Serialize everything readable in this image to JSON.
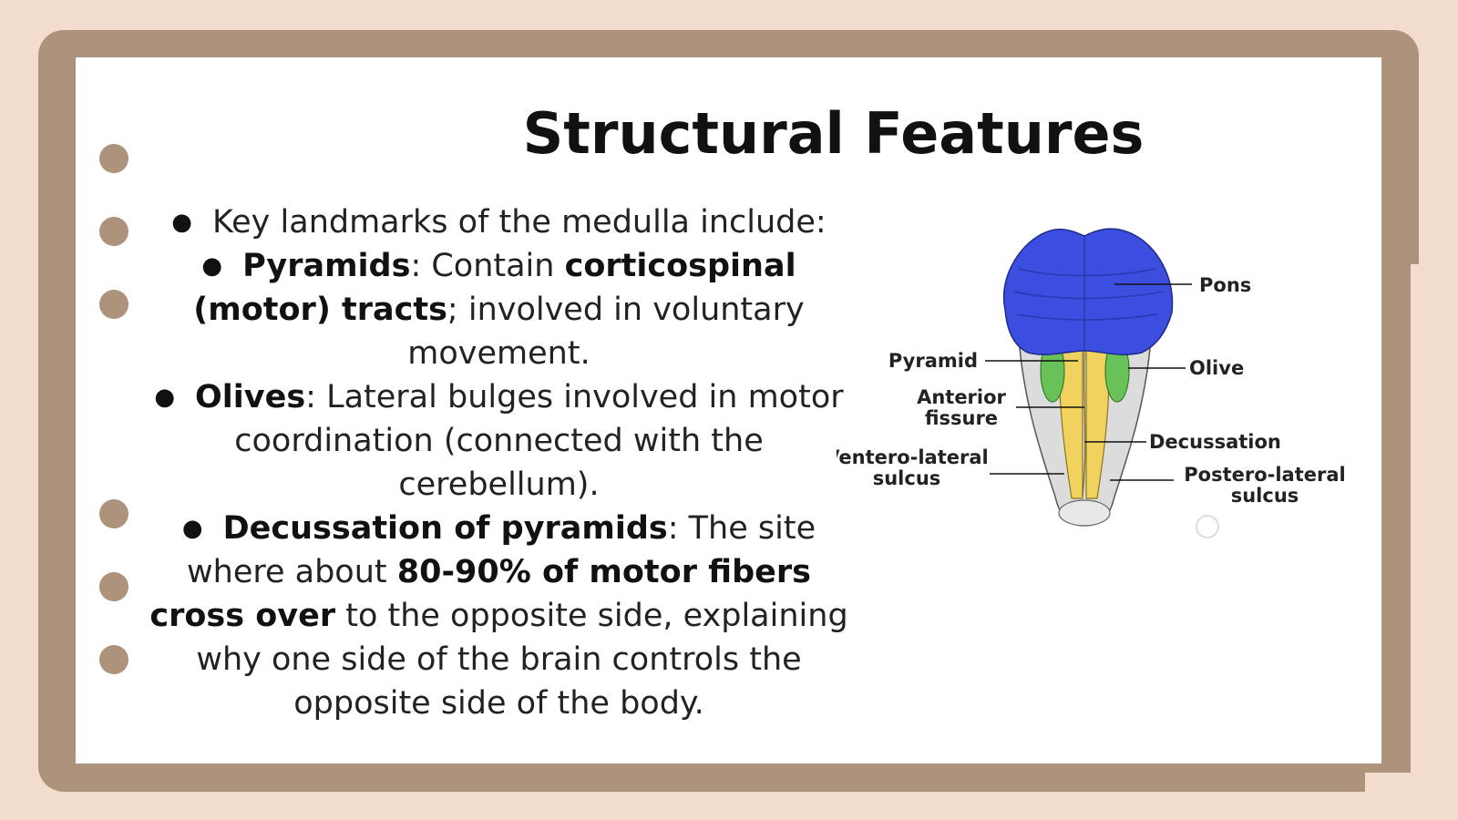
{
  "slide": {
    "title": "Structural Features",
    "bullets": [
      {
        "parts": [
          {
            "t": "Key landmarks of the medulla include:",
            "b": false
          }
        ]
      },
      {
        "parts": [
          {
            "t": "Pyramids",
            "b": true
          },
          {
            "t": ": Contain ",
            "b": false
          },
          {
            "t": "corticospinal (motor) tracts",
            "b": true
          },
          {
            "t": "; involved in voluntary movement.",
            "b": false
          }
        ]
      },
      {
        "parts": [
          {
            "t": "Olives",
            "b": true
          },
          {
            "t": ": Lateral bulges involved in motor coordination (connected with the cerebellum).",
            "b": false
          }
        ]
      },
      {
        "parts": [
          {
            "t": "Decussation of pyramids",
            "b": true
          },
          {
            "t": ": The site where about ",
            "b": false
          },
          {
            "t": "80-90% of motor fibers cross over",
            "b": true
          },
          {
            "t": " to the opposite side, explaining why one side of the brain controls the opposite side of the body.",
            "b": false
          }
        ]
      }
    ]
  },
  "diagram": {
    "labels": {
      "pons": "Pons",
      "pyramid": "Pyramid",
      "olive": "Olive",
      "anterior_fissure_1": "Anterior",
      "anterior_fissure_2": "fissure",
      "decussation": "Decussation",
      "ventero_lateral_1": "Ventero-lateral",
      "ventero_lateral_2": "sulcus",
      "postero_lateral_1": "Postero-lateral",
      "postero_lateral_2": "sulcus"
    },
    "colors": {
      "pons": "#3c4ee0",
      "pyramid": "#f2d25e",
      "olive": "#68c257",
      "medulla": "#dcdcdc"
    }
  },
  "colors": {
    "background": "#f1dccd",
    "frame": "#ad927c",
    "paper": "#ffffff"
  }
}
